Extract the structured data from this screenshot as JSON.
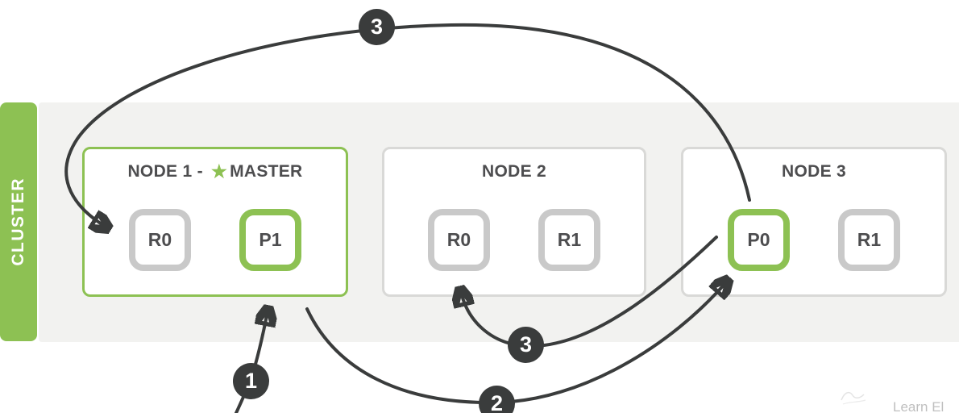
{
  "cluster": {
    "tab_label": "CLUSTER",
    "nodes": [
      {
        "title": "NODE 1",
        "separator": " - ",
        "is_master": true,
        "master_label": "MASTER",
        "shards": [
          {
            "label": "R0",
            "type": "replica"
          },
          {
            "label": "P1",
            "type": "primary"
          }
        ]
      },
      {
        "title": "NODE 2",
        "is_master": false,
        "shards": [
          {
            "label": "R0",
            "type": "replica"
          },
          {
            "label": "R1",
            "type": "replica"
          }
        ]
      },
      {
        "title": "NODE 3",
        "is_master": false,
        "shards": [
          {
            "label": "P0",
            "type": "primary"
          },
          {
            "label": "R1",
            "type": "replica"
          }
        ]
      }
    ]
  },
  "flow_badges": [
    {
      "number": "3"
    },
    {
      "number": "1"
    },
    {
      "number": "2"
    },
    {
      "number": "3"
    }
  ],
  "watermark": {
    "text": "Learn El"
  },
  "colors": {
    "green": "#8dc153",
    "dark": "#3a3c3c",
    "shard_gray_border": "#c9c9c9",
    "node_gray_border": "#d9d9d7",
    "panel_background": "#f2f2f0",
    "text": "#4d4d4f"
  }
}
